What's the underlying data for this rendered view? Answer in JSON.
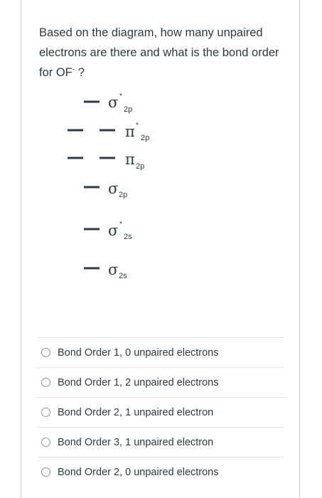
{
  "question": {
    "text_before": "Based on the diagram, how many unpaired electrons are there and what is the bond order for OF",
    "superscript": "-",
    "text_after": " ?"
  },
  "diagram": {
    "orbitals": [
      {
        "symbol": "σ",
        "star": "*",
        "subscript": "2p"
      },
      {
        "symbol": "π",
        "star": "*",
        "subscript": "2p"
      },
      {
        "symbol": "π",
        "star": "",
        "subscript": "2p"
      },
      {
        "symbol": "σ",
        "star": "",
        "subscript": "2p"
      },
      {
        "symbol": "σ",
        "star": "*",
        "subscript": "2s"
      },
      {
        "symbol": "σ",
        "star": "",
        "subscript": "2s"
      }
    ]
  },
  "answers": [
    {
      "label": "Bond Order 1, 0 unpaired electrons",
      "selected": false
    },
    {
      "label": "Bond Order 1, 2 unpaired electrons",
      "selected": false
    },
    {
      "label": "Bond Order 2, 1 unpaired electron",
      "selected": false
    },
    {
      "label": "Bond Order 3, 1 unpaired electron",
      "selected": false
    },
    {
      "label": "Bond Order 2, 0 unpaired electrons",
      "selected": false
    }
  ]
}
